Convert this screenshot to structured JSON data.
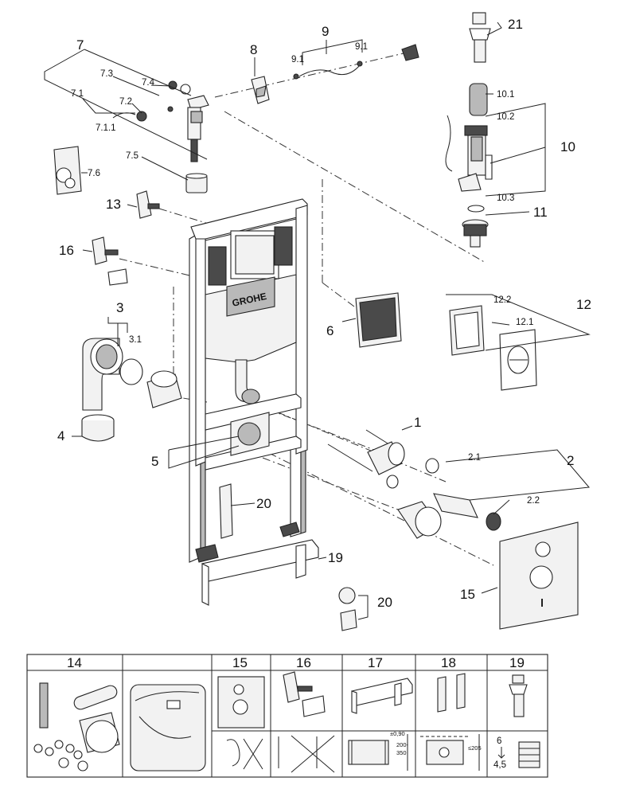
{
  "callouts": {
    "c1": "1",
    "c2": "2",
    "c2_1": "2.1",
    "c2_2": "2.2",
    "c3": "3",
    "c3_1": "3.1",
    "c4": "4",
    "c5": "5",
    "c6": "6",
    "c7": "7",
    "c7_1": "7.1",
    "c7_1_1": "7.1.1",
    "c7_2": "7.2",
    "c7_3": "7.3",
    "c7_4": "7.4",
    "c7_5": "7.5",
    "c7_6": "7.6",
    "c8": "8",
    "c9": "9",
    "c9_1a": "9.1",
    "c9_1b": "9.1",
    "c10": "10",
    "c10_1": "10.1",
    "c10_2": "10.2",
    "c10_3": "10.3",
    "c11": "11",
    "c12": "12",
    "c12_1": "12.1",
    "c12_2": "12.2",
    "c13": "13",
    "c15": "15",
    "c16": "16",
    "c19": "19",
    "c20a": "20",
    "c20b": "20",
    "c21": "21"
  },
  "brand": "GROHE",
  "table": {
    "headers": [
      "14",
      "",
      "15",
      "16",
      "17",
      "18",
      "19"
    ],
    "dims": {
      "d_90": "±0,90",
      "d_200": "200-",
      "d_350": "350",
      "d_205": "≤205",
      "n6": "6",
      "n45": "4,5"
    }
  }
}
